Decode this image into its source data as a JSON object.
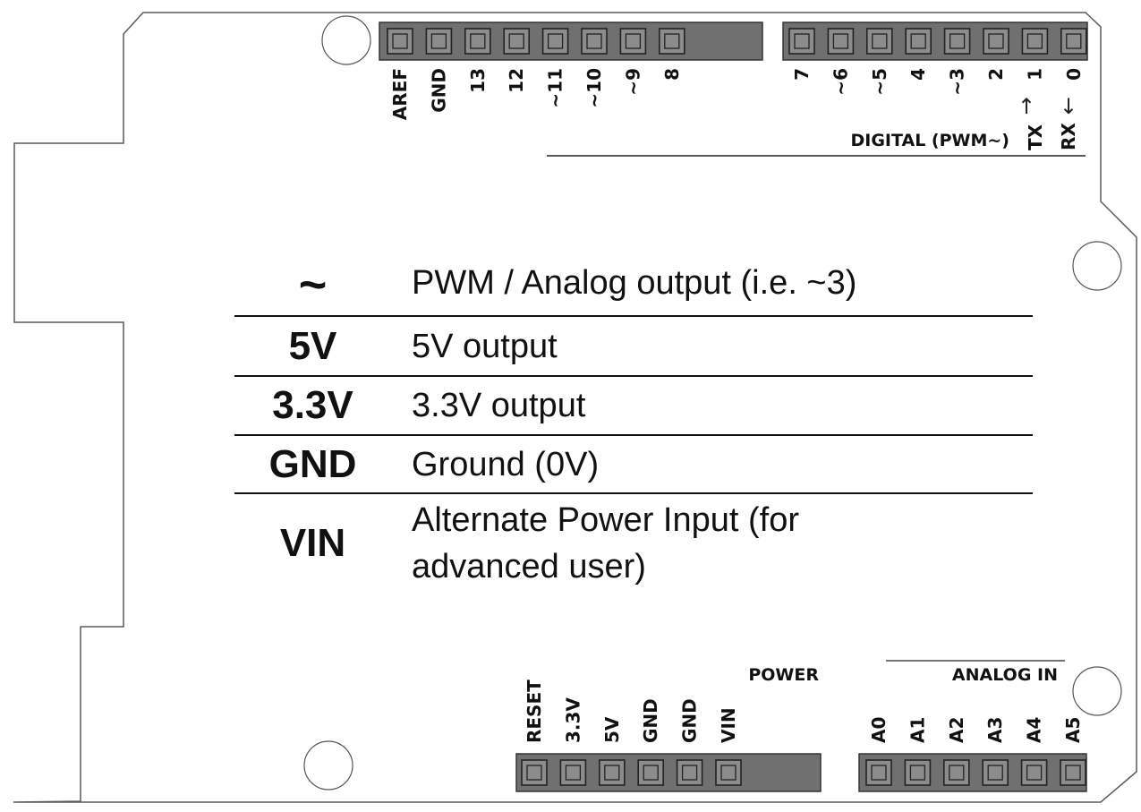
{
  "top_left_pins": [
    "AREF",
    "GND",
    "13",
    "12",
    "~11",
    "~10",
    "~9",
    "8"
  ],
  "top_right_pins": [
    "7",
    "~6",
    "~5",
    "4",
    "~3",
    "2",
    "1",
    "0"
  ],
  "tx_label": "TX",
  "rx_label": "RX",
  "tx_arrow": "↑",
  "rx_arrow": "↓",
  "digital_label": "DIGITAL (PWM~)",
  "power_label": "POWER",
  "power_pins": [
    "RESET",
    "3.3V",
    "5V",
    "GND",
    "GND",
    "VIN"
  ],
  "analog_label": "ANALOG IN",
  "analog_pins": [
    "A0",
    "A1",
    "A2",
    "A3",
    "A4",
    "A5"
  ],
  "legend": [
    {
      "symbol": "~",
      "description": "PWM / Analog output (i.e. ~3)"
    },
    {
      "symbol": "5V",
      "description": "5V output"
    },
    {
      "symbol": "3.3V",
      "description": "3.3V output"
    },
    {
      "symbol": "GND",
      "description": "Ground (0V)"
    },
    {
      "symbol": "VIN",
      "description": "Alternate Power Input (for advanced user)"
    }
  ]
}
